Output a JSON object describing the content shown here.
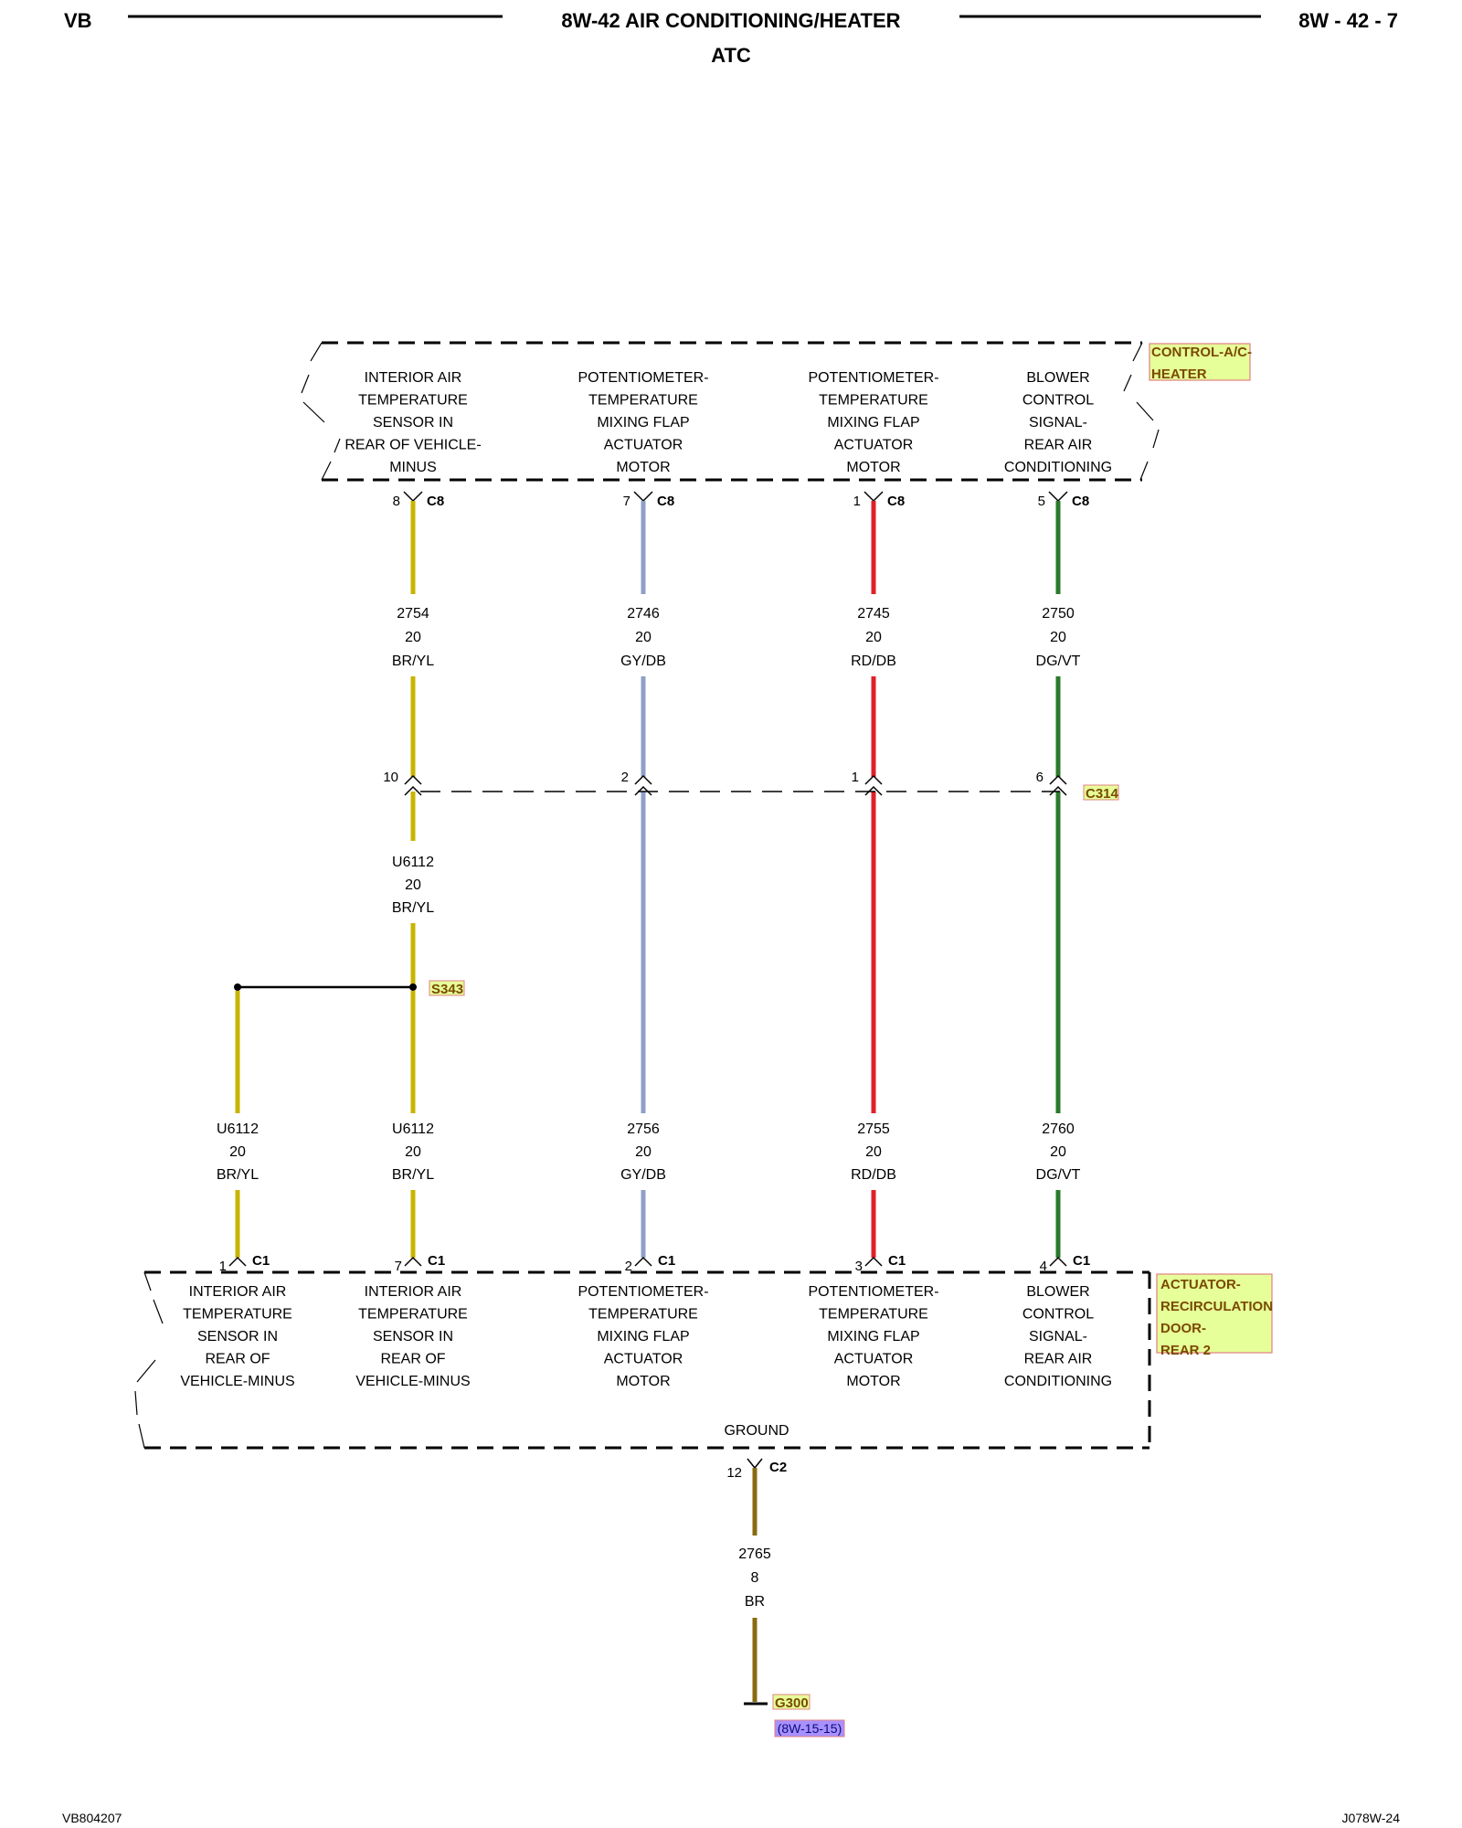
{
  "header": {
    "left_code": "VB",
    "title": "8W-42 AIR CONDITIONING/HEATER",
    "subtitle": "ATC",
    "page_number": "8W - 42 - 7"
  },
  "top_module": {
    "name_line1": "CONTROL-A/C-",
    "name_line2": "HEATER",
    "functions": [
      {
        "lines": [
          "INTERIOR AIR",
          "TEMPERATURE",
          "SENSOR IN",
          "REAR OF VEHICLE-",
          "MINUS"
        ],
        "pin": "8",
        "connector": "C8"
      },
      {
        "lines": [
          "POTENTIOMETER-",
          "TEMPERATURE",
          "MIXING FLAP",
          "ACTUATOR",
          "MOTOR"
        ],
        "pin": "7",
        "connector": "C8"
      },
      {
        "lines": [
          "POTENTIOMETER-",
          "TEMPERATURE",
          "MIXING FLAP",
          "ACTUATOR",
          "MOTOR"
        ],
        "pin": "1",
        "connector": "C8"
      },
      {
        "lines": [
          "BLOWER",
          "CONTROL",
          "SIGNAL-",
          "REAR AIR",
          "CONDITIONING"
        ],
        "pin": "5",
        "connector": "C8"
      }
    ]
  },
  "upper_wires": [
    {
      "circuit": "2754",
      "gauge": "20",
      "color_code": "BR/YL",
      "color": "#c8b400"
    },
    {
      "circuit": "2746",
      "gauge": "20",
      "color_code": "GY/DB",
      "color": "#8fa0c8"
    },
    {
      "circuit": "2745",
      "gauge": "20",
      "color_code": "RD/DB",
      "color": "#e0202a"
    },
    {
      "circuit": "2750",
      "gauge": "20",
      "color_code": "DG/VT",
      "color": "#2a7a2a"
    }
  ],
  "inline_connector": {
    "name": "C314",
    "pins": [
      "10",
      "2",
      "1",
      "6"
    ]
  },
  "mid_wire": {
    "circuit": "U6112",
    "gauge": "20",
    "color_code": "BR/YL"
  },
  "splice": {
    "name": "S343"
  },
  "lower_wires": [
    {
      "circuit": "U6112",
      "gauge": "20",
      "color_code": "BR/YL",
      "color": "#c8b400"
    },
    {
      "circuit": "U6112",
      "gauge": "20",
      "color_code": "BR/YL",
      "color": "#c8b400"
    },
    {
      "circuit": "2756",
      "gauge": "20",
      "color_code": "GY/DB",
      "color": "#8fa0c8"
    },
    {
      "circuit": "2755",
      "gauge": "20",
      "color_code": "RD/DB",
      "color": "#e0202a"
    },
    {
      "circuit": "2760",
      "gauge": "20",
      "color_code": "DG/VT",
      "color": "#2a7a2a"
    }
  ],
  "bottom_module": {
    "name_lines": [
      "ACTUATOR-",
      "RECIRCULATION",
      "DOOR-",
      "REAR 2"
    ],
    "functions": [
      {
        "lines": [
          "INTERIOR AIR",
          "TEMPERATURE",
          "SENSOR IN",
          "REAR OF",
          "VEHICLE-MINUS"
        ],
        "pin": "1",
        "connector": "C1"
      },
      {
        "lines": [
          "INTERIOR AIR",
          "TEMPERATURE",
          "SENSOR IN",
          "REAR OF",
          "VEHICLE-MINUS"
        ],
        "pin": "7",
        "connector": "C1"
      },
      {
        "lines": [
          "POTENTIOMETER-",
          "TEMPERATURE",
          "MIXING FLAP",
          "ACTUATOR",
          "MOTOR"
        ],
        "pin": "2",
        "connector": "C1"
      },
      {
        "lines": [
          "POTENTIOMETER-",
          "TEMPERATURE",
          "MIXING FLAP",
          "ACTUATOR",
          "MOTOR"
        ],
        "pin": "3",
        "connector": "C1"
      },
      {
        "lines": [
          "BLOWER",
          "CONTROL",
          "SIGNAL-",
          "REAR AIR",
          "CONDITIONING"
        ],
        "pin": "4",
        "connector": "C1"
      }
    ],
    "ground_label": "GROUND",
    "ground_pin": "12",
    "ground_connector": "C2"
  },
  "ground_wire": {
    "circuit": "2765",
    "gauge": "8",
    "color_code": "BR",
    "color": "#8a6a10"
  },
  "ground_point": {
    "name": "G300",
    "reference": "(8W-15-15)"
  },
  "footer": {
    "left": "VB804207",
    "right": "J078W-24"
  },
  "colors": {
    "tag_fill": "#e6ff99",
    "tag_stroke": "#e08080",
    "ref_fill": "#a890ff"
  }
}
